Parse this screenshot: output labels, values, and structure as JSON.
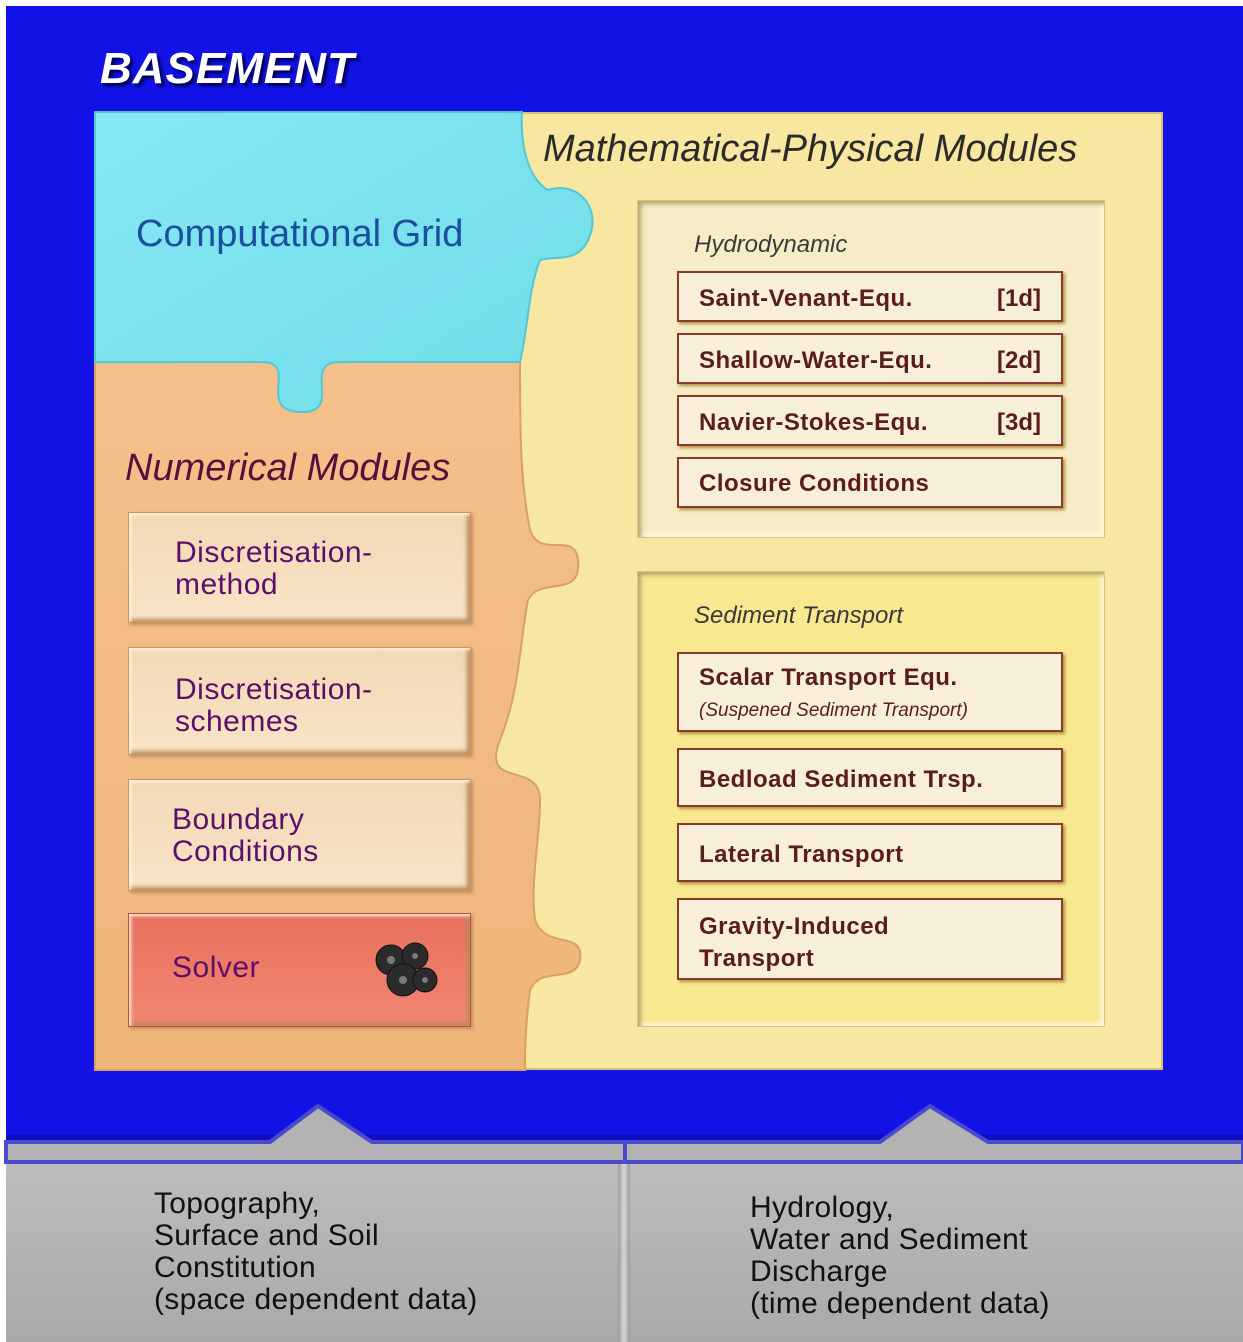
{
  "title": "BASEMENT",
  "puzzle": {
    "grid_label": "Computational Grid",
    "numerical_label": "Numerical Modules",
    "math_label": "Mathematical-Physical Modules"
  },
  "numerical_modules": [
    {
      "line1": "Discretisation-",
      "line2": "method"
    },
    {
      "line1": "Discretisation-",
      "line2": "schemes"
    },
    {
      "line1": "Boundary",
      "line2": "Conditions"
    },
    {
      "line1": "Solver",
      "icon": "gears-icon"
    }
  ],
  "hydrodynamic": {
    "title": "Hydrodynamic",
    "items": [
      {
        "label": "Saint-Venant-Equ.",
        "tag": "[1d]"
      },
      {
        "label": "Shallow-Water-Equ.",
        "tag": "[2d]"
      },
      {
        "label": "Navier-Stokes-Equ.",
        "tag": "[3d]"
      },
      {
        "label": "Closure Conditions",
        "tag": ""
      }
    ]
  },
  "sediment": {
    "title": "Sediment Transport",
    "items": [
      {
        "label": "Scalar Transport Equ.",
        "sub": "(Suspened Sediment Transport)"
      },
      {
        "label": "Bedload Sediment Trsp."
      },
      {
        "label": "Lateral Transport"
      },
      {
        "label": "Gravity-Induced",
        "label2": "Transport"
      }
    ]
  },
  "inputs": {
    "left": [
      "Topography,",
      "Surface and Soil",
      "Constitution",
      "(space dependent data)"
    ],
    "right": [
      "Hydrology,",
      "Water and Sediment",
      "Discharge",
      "(time dependent data)"
    ]
  },
  "colors": {
    "frame": "#1212e6",
    "grid_piece": "#7ee3ee",
    "numerical_piece": "#f2bd84",
    "math_piece": "#f7e7a0",
    "solver": "#ee7a66",
    "bottom": "#b3b3b3"
  }
}
